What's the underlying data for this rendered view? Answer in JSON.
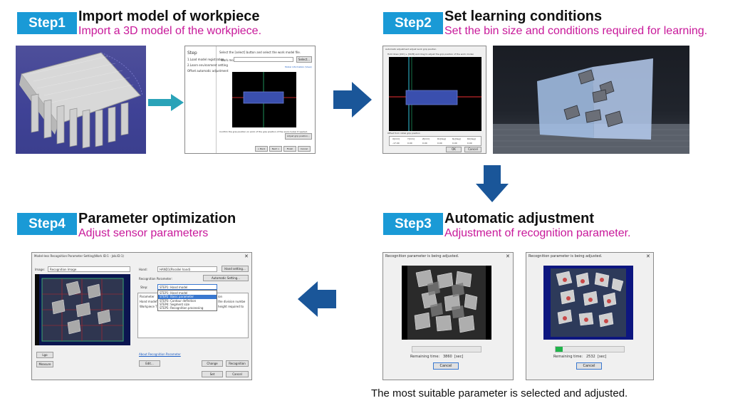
{
  "steps": {
    "step1": {
      "badge": "Step1",
      "title": "Import model of workpiece",
      "subtitle": "Import a 3D model of the workpiece."
    },
    "step2": {
      "badge": "Step2",
      "title": "Set learning conditions",
      "subtitle": "Set the bin size and conditions required for learning."
    },
    "step3": {
      "badge": "Step3",
      "title": "Automatic adjustment",
      "subtitle": "Adjustment of recognition parameter."
    },
    "step4": {
      "badge": "Step4",
      "title": "Parameter optimization",
      "subtitle": "Adjust sensor parameters"
    }
  },
  "caption": "The most suitable parameter is selected and adjusted.",
  "step3_dialogs": {
    "title": "Recognition parameter is being adjusted.",
    "remaining_label": "Remaining time:",
    "left_time": "3860",
    "right_time": "2532",
    "unit": "[sec]",
    "cancel": "Cancel"
  },
  "step4_window": {
    "title": "Model-less Recognition Parameter Setting(Work ID:1 - Job.ID:1)",
    "image_label": "Image:",
    "image_value": "Recognition Image",
    "hand_label": "Hand:",
    "hand_value": "HAND1(Parallel hand)",
    "hand_setting": "Hand setting...",
    "recognition_label": "Recognition Parameter:",
    "automatic_setting": "Automatic Setting...",
    "step_label": "Step:",
    "dropdown_items": [
      "STEP1: Hand model",
      "STEP1: Hand model",
      "STEP2: Basic parameter",
      "STEP3: Contour definition",
      "STEP4: Segment size",
      "STEP5: Recognition processing"
    ],
    "parameter_rows": [
      "Parameter",
      "Hand model's",
      "Workpiece T"
    ],
    "right_text": [
      "ion",
      "the division numbe",
      "height required to"
    ],
    "about_link": "About Recognition Parameter",
    "edit": "Edit...",
    "change": "Change",
    "recognition": "Recognition",
    "set": "Set",
    "cancel": "Cancel",
    "btn_load": "Lgo",
    "btn_measure": "Measure"
  },
  "step1_window": {
    "sidebar": [
      "Step",
      "1.Load model registration",
      "2.Learn environment setting",
      "Offset automatic adjustment"
    ],
    "header_text": "Select the [select] button and select the work model file.",
    "model_label": "Work model:",
    "select_btn": "Select...",
    "info_link": "Model information (View)",
    "bottom_text": "Confirm the grip position on work of the grip position of the work model if needed.",
    "adjust_btn": "Adjust grip position...",
    "nav": [
      "< Back",
      "Next >",
      "Finish",
      "Cancel"
    ]
  },
  "step2_window": {
    "title": "Automatic adjustment adjust work grip position",
    "instruction": "Hold down [Ctrl] + [Shift] and drag to adjust the grip position of the work model.",
    "offset_label": "Offset from initial grip position",
    "columns": [
      "X[mm]",
      "Y[mm]",
      "Z[mm]",
      "Rx[deg]",
      "Ry[deg]",
      "Rz[deg]"
    ],
    "values": [
      "-17.00",
      "0.00",
      "0.00",
      "0.00",
      "0.00",
      "0.00"
    ],
    "ok": "OK",
    "cancel": "Cancel"
  },
  "colors": {
    "badge": "#1a9ad6",
    "subtitle": "#c8189a",
    "arrow": "#1a5699",
    "teal_arrow": "#2aa3b8"
  }
}
